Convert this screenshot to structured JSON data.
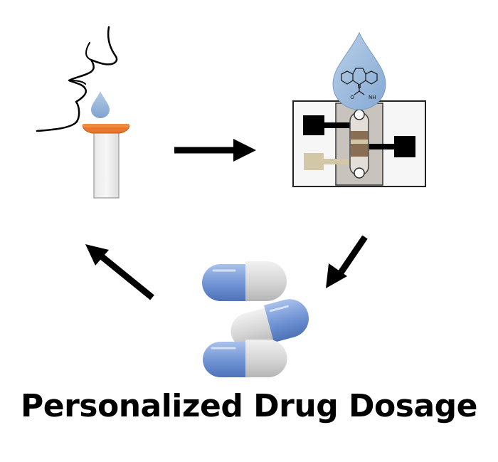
{
  "caption": "Personalized Drug Dosage",
  "labels": {
    "molecule_nitrogen": "N",
    "molecule_oxygen": "O",
    "molecule_amine": "NH"
  },
  "colors": {
    "drop_blue": "#8fb3d9",
    "cup_orange": "#e8762d",
    "capsule_blue": "#7f9fd8",
    "capsule_gray": "#d6d6d6",
    "sensor_gray": "#c9c3bd",
    "electrode_black": "#000000",
    "electrode_tan": "#d2c7a6",
    "arrow": "#000000"
  },
  "icons": [
    "face-profile-icon",
    "saliva-drop-icon",
    "collection-tube-icon",
    "molecule-drop-icon",
    "microfluidic-sensor-icon",
    "capsules-icon"
  ]
}
